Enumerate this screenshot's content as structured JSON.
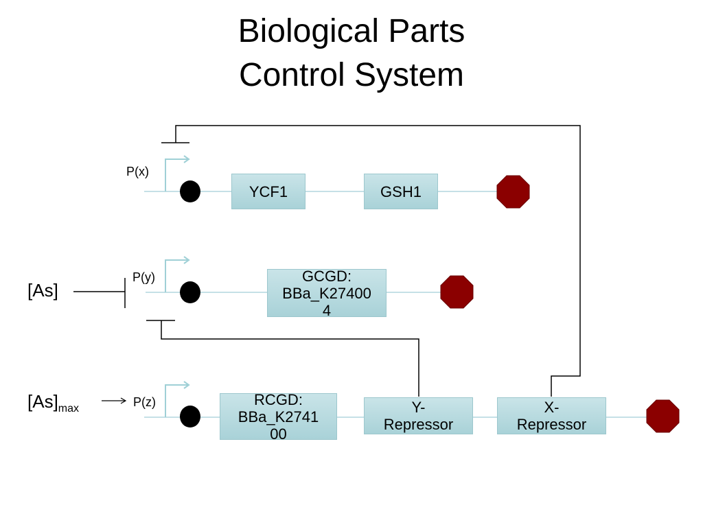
{
  "title": {
    "line1": "Biological Parts",
    "line2": "Control System"
  },
  "promoters": {
    "x": "P(x)",
    "y": "P(y)",
    "z": "P(z)"
  },
  "inputs": {
    "as": "[As]",
    "as_max_base": "[As]",
    "as_max_sub": "max"
  },
  "parts": {
    "ycf1": "YCF1",
    "gsh1": "GSH1",
    "gcgd_line1": "GCGD:",
    "gcgd_line2": "BBa_K27400",
    "gcgd_line3": "4",
    "rcgd_line1": "RCGD:",
    "rcgd_line2": "BBa_K2741",
    "rcgd_line3": "00",
    "yrep_line1": "Y-",
    "yrep_line2": "Repressor",
    "xrep_line1": "X-",
    "xrep_line2": "Repressor"
  },
  "colors": {
    "part_fill": "#b8dbe0",
    "backbone": "#c5e0e6",
    "promoter_arrow": "#9fd0d6",
    "terminator": "#8b0000",
    "rbs": "#000000"
  }
}
